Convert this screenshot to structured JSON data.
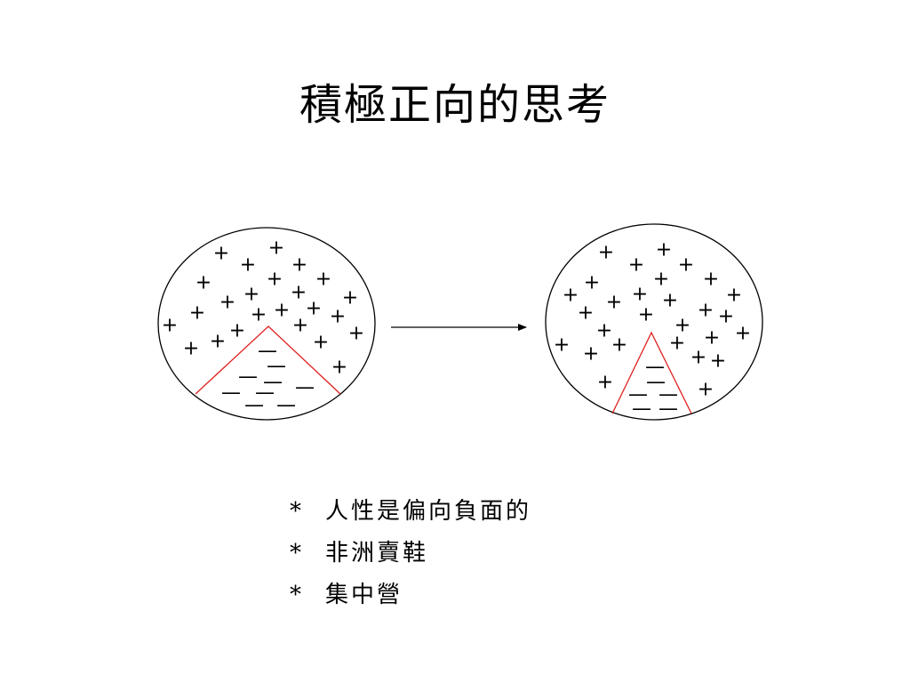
{
  "title": "積極正向的思考",
  "diagram": {
    "plus_symbol": "+",
    "minus_symbol": "—",
    "boundary_color": "#e02020",
    "outline_color": "#000000"
  },
  "bullets": [
    {
      "marker": "*",
      "text": "人性是偏向負面的"
    },
    {
      "marker": "*",
      "text": "非洲賣鞋"
    },
    {
      "marker": "*",
      "text": "集中營"
    }
  ]
}
